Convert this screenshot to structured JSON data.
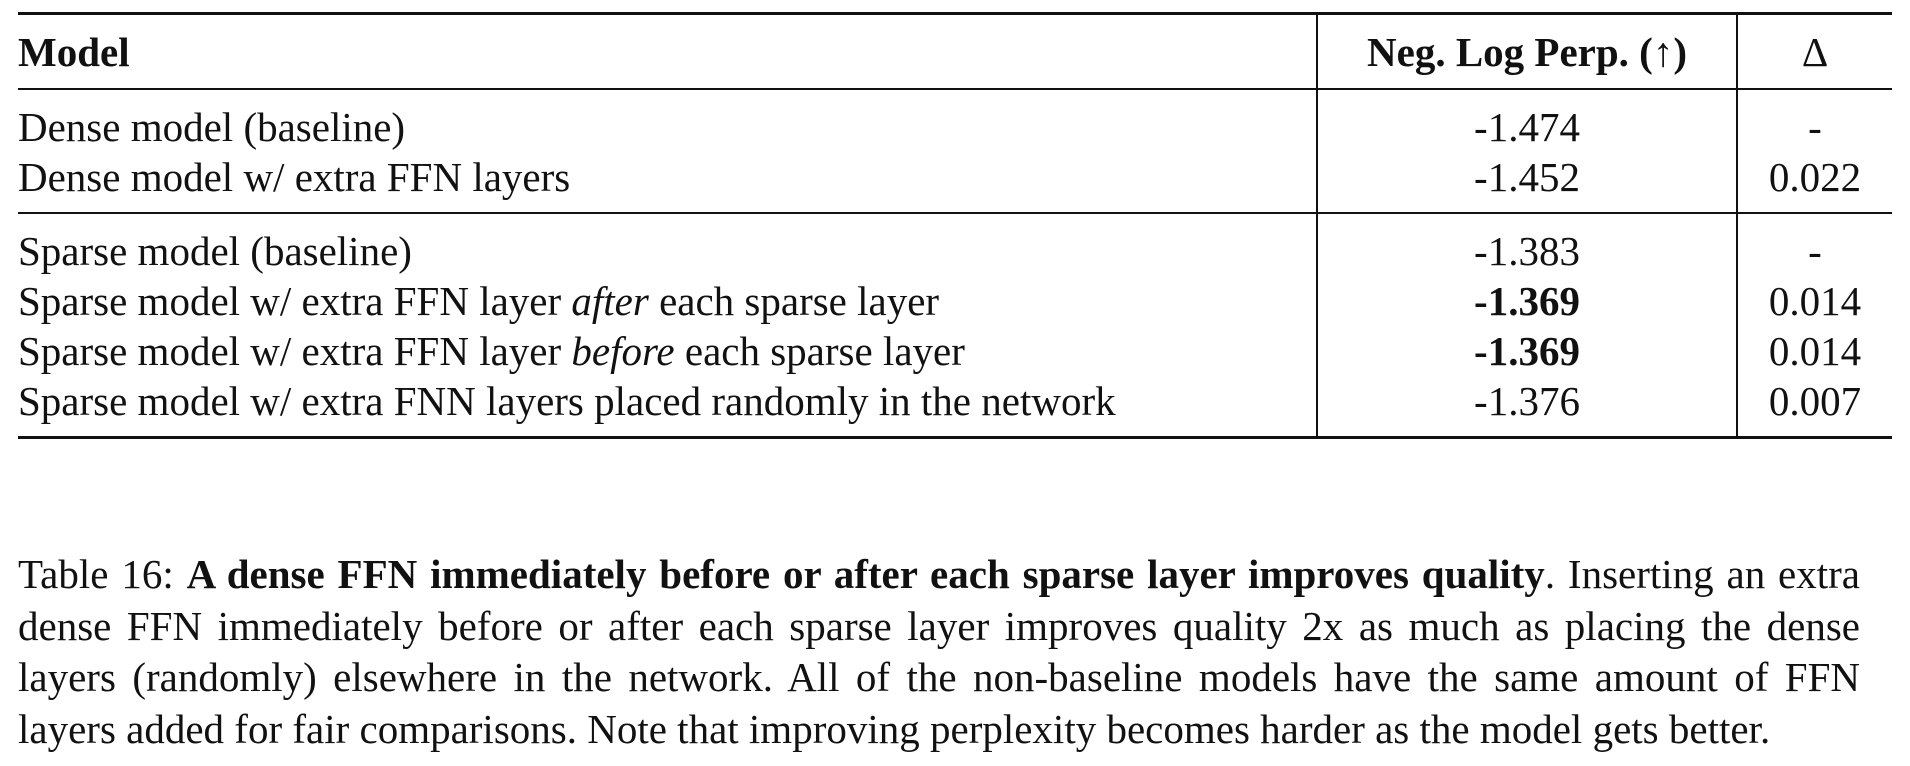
{
  "table": {
    "headers": {
      "model": "Model",
      "neg_log_perp": "Neg. Log Perp. (↑)",
      "delta": "Δ"
    },
    "groups": [
      {
        "rows": [
          {
            "model": "Dense model (baseline)",
            "neg_log_perp": "-1.474",
            "delta": "-"
          },
          {
            "model": "Dense model w/ extra FFN layers",
            "neg_log_perp": "-1.452",
            "delta": "0.022"
          }
        ]
      },
      {
        "rows": [
          {
            "model": "Sparse model (baseline)",
            "neg_log_perp": "-1.383",
            "delta": "-"
          },
          {
            "model_prefix": "Sparse model w/ extra FFN layer ",
            "model_emph": "after",
            "model_suffix": " each sparse layer",
            "neg_log_perp": "-1.369",
            "bold": true,
            "delta": "0.014"
          },
          {
            "model_prefix": "Sparse model w/ extra FFN layer ",
            "model_emph": "before",
            "model_suffix": " each sparse layer",
            "neg_log_perp": "-1.369",
            "bold": true,
            "delta": "0.014"
          },
          {
            "model": "Sparse model w/ extra FNN layers placed randomly in the network",
            "neg_log_perp": "-1.376",
            "delta": "0.007"
          }
        ]
      }
    ]
  },
  "caption": {
    "label": "Table 16: ",
    "title": "A dense FFN immediately before or after each sparse layer improves quality",
    "body": ". Inserting an extra dense FFN immediately before or after each sparse layer improves quality 2x as much as placing the dense layers (randomly) elsewhere in the network.  All of the non-baseline models have the same amount of FFN layers added for fair comparisons.  Note that improving perplexity becomes harder as the model gets better."
  }
}
